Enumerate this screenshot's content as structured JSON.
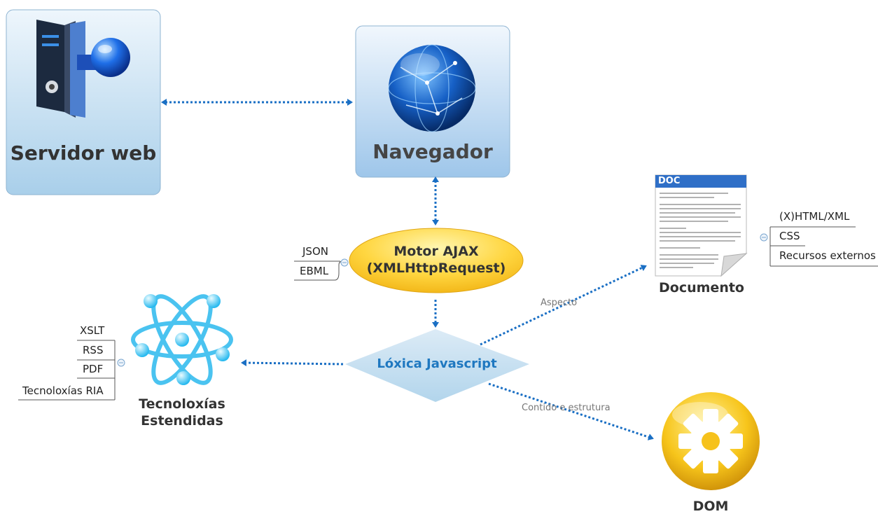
{
  "nodes": {
    "server": {
      "label": "Servidor web"
    },
    "browser": {
      "label": "Navegador"
    },
    "ajax": {
      "line1": "Motor AJAX",
      "line2": "(XMLHttpRequest)"
    },
    "logic": {
      "label": "Lóxica Javascript"
    },
    "document": {
      "label": "Documento",
      "icon_text": "DOC"
    },
    "dom": {
      "label": "DOM"
    },
    "tech": {
      "line1": "Tecnoloxías",
      "line2": "Estendidas"
    }
  },
  "branches": {
    "ajax": [
      "JSON",
      "EBML"
    ],
    "document": [
      "(X)HTML/XML",
      "CSS",
      "Recursos externos"
    ],
    "tech": [
      "XSLT",
      "RSS",
      "PDF",
      "Tecnoloxías RIA"
    ]
  },
  "connectors": {
    "aspect": "Aspecto",
    "content": "Contido e estrutura"
  },
  "colors": {
    "arrow": "#1a6fc4",
    "box_top": "#e6f2fb",
    "box_bottom": "#a8cde9",
    "ajax_fill": "#ffd23c",
    "logic_fill": "#c2def0",
    "logic_text": "#1f78c0"
  }
}
